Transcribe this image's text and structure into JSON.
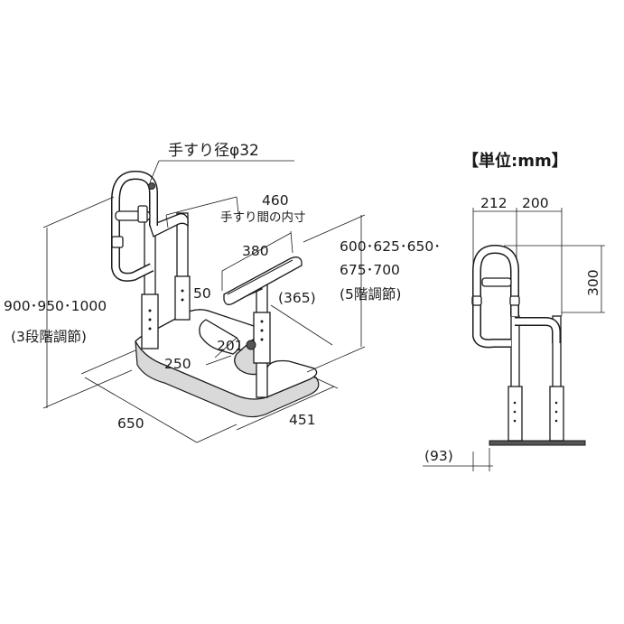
{
  "unit_label": "【単位:mm】",
  "left_view": {
    "rail_diameter": "手すり径φ32",
    "rail_inner_width_value": "460",
    "rail_inner_width_label": "手すり間の内寸",
    "armrest_length": "380",
    "armrest_offset": "50",
    "armrest_height_values_line1": "600･625･650･",
    "armrest_height_values_line2": "675･700",
    "armrest_height_steps": "(5階調節)",
    "offset_365": "(365)",
    "overall_height_values": "900･950･1000",
    "overall_height_steps": "(3段階調節)",
    "dim_250": "250",
    "dim_201": "201",
    "base_depth": "650",
    "base_width": "451"
  },
  "right_view": {
    "dim_212": "212",
    "dim_200": "200",
    "dim_300": "300",
    "dim_93": "(93)"
  }
}
